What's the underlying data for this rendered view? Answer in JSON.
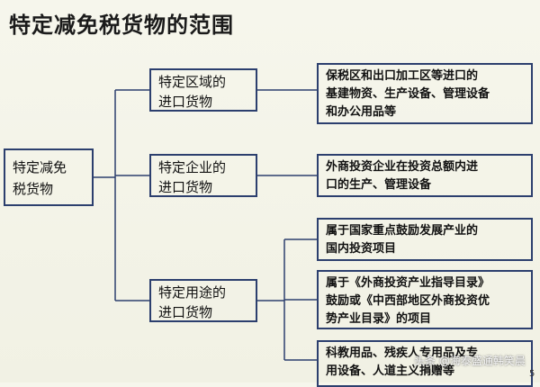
{
  "title": "特定减免税货物的范围",
  "root": "特定减免\n税货物",
  "categories": [
    {
      "label": "特定区域的\n进口货物",
      "details": [
        "保税区和出口加工区等进口的\n基建物资、生产设备、管理设备\n和办公用品等"
      ]
    },
    {
      "label": "特定企业的\n进口货物",
      "details": [
        "外商投资企业在投资总额内进\n口的生产、管理设备"
      ]
    },
    {
      "label": "特定用途的\n进口货物",
      "details": [
        "属于国家重点鼓励发展产业的\n国内投资项目",
        "属于《外商投资产业指导目录》\n鼓励或《中西部地区外商投资优\n势产业目录》的项目",
        "科教用品、残疾人专用品及专\n用设备、人道主义捐赠等"
      ]
    }
  ],
  "watermark": "头条 @海泰盛通韩笑晨",
  "page_number": "5"
}
